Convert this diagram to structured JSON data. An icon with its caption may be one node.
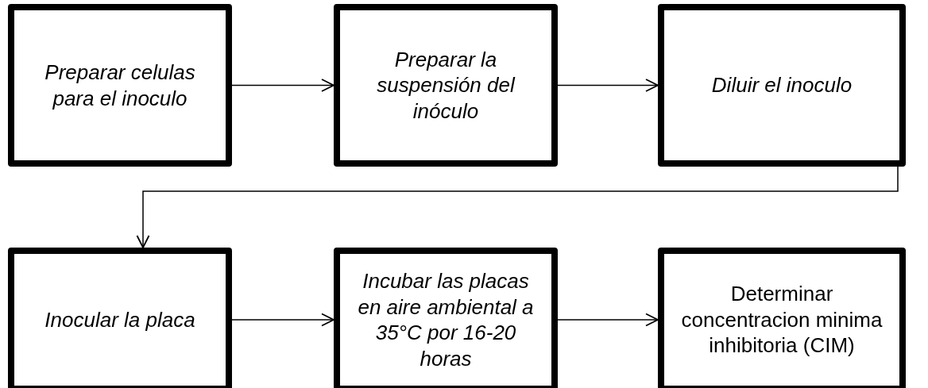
{
  "diagram": {
    "nodes": [
      {
        "text": [
          "Preparar celulas para el inoculo"
        ]
      },
      {
        "text": [
          "Preparar la suspensión del inóculo"
        ]
      },
      {
        "text": [
          "Diluir el inoculo"
        ]
      },
      {
        "text": [
          "Inocular la placa"
        ]
      },
      {
        "text": [
          "Incubar las placas en aire ambiental a 35°C por 16-20 horas"
        ]
      },
      {
        "text": [
          "Determinar concentracion minima inhibitoria (CIM)"
        ]
      }
    ],
    "edges": [
      {
        "from": 0,
        "to": 1,
        "arrow": "to"
      },
      {
        "from": 1,
        "to": 2,
        "arrow": "to"
      },
      {
        "from": 2,
        "to": 3,
        "arrow": "to"
      },
      {
        "from": 3,
        "to": 4,
        "arrow": "to"
      },
      {
        "from": 4,
        "to": 5,
        "arrow": "to"
      }
    ]
  }
}
